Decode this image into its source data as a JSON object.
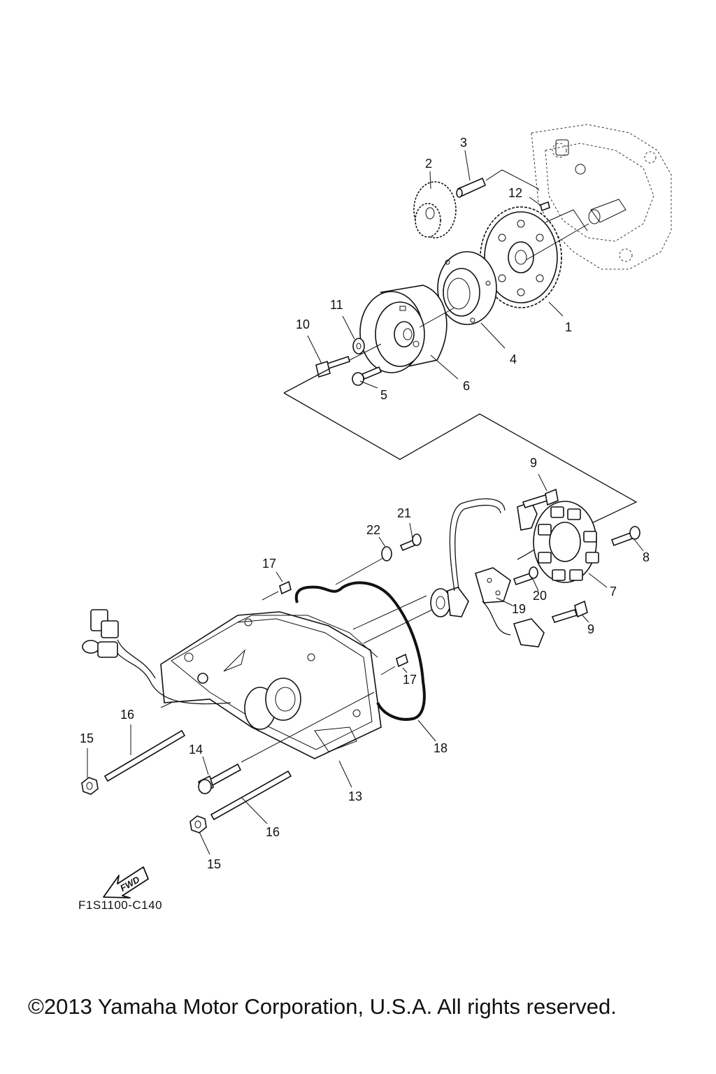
{
  "diagram": {
    "callouts": [
      "1",
      "2",
      "3",
      "4",
      "5",
      "6",
      "7",
      "8",
      "9",
      "9",
      "10",
      "11",
      "12",
      "13",
      "14",
      "15",
      "15",
      "16",
      "16",
      "17",
      "17",
      "18",
      "19",
      "20",
      "21",
      "22"
    ],
    "direction_badge": "FWD",
    "drawing_code": "F1S1100-C140"
  },
  "footer": {
    "copyright": "©2013 Yamaha Motor Corporation, U.S.A. All rights reserved."
  }
}
